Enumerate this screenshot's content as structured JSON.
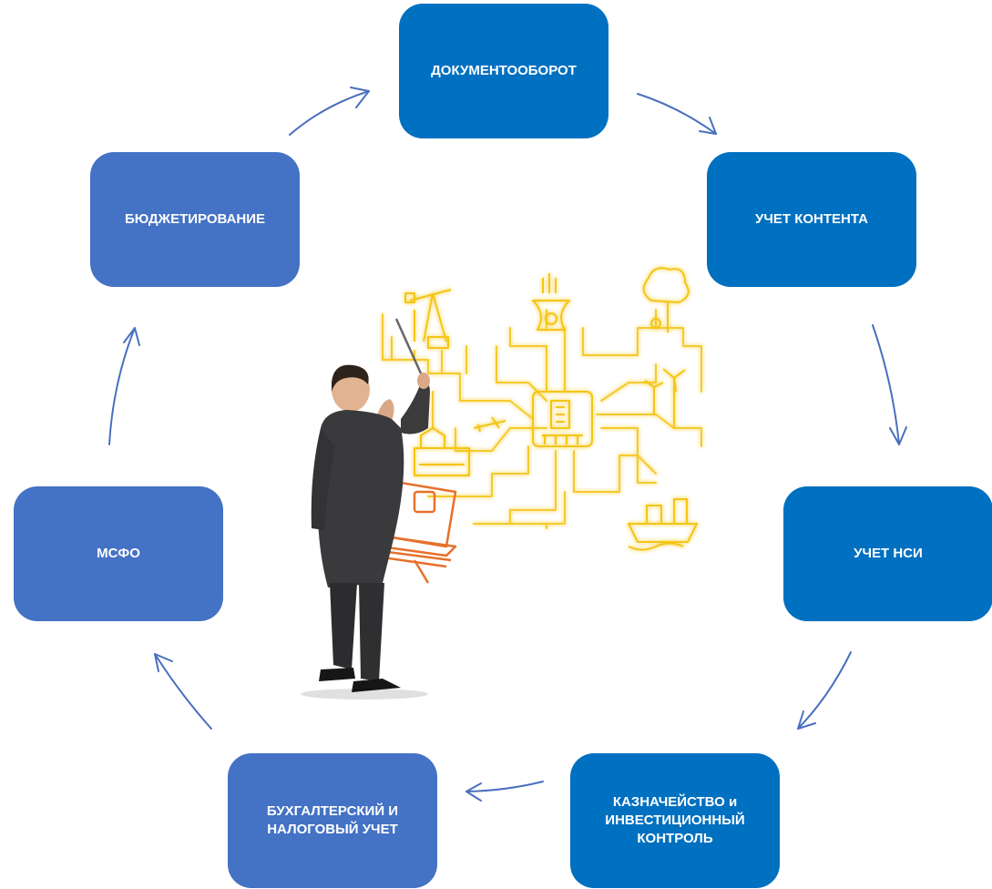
{
  "colors": {
    "box_dark": "#0070c0",
    "box_medium": "#4472c4",
    "arrow": "#4a6fbf",
    "illustration_yellow": "#f5c518",
    "illustration_orange": "#e8702a"
  },
  "nodes": [
    {
      "id": "docflow",
      "label": "ДОКУМЕНТООБОРОТ",
      "color": "#0070c0"
    },
    {
      "id": "content",
      "label": "УЧЕТ КОНТЕНТА",
      "color": "#0070c0"
    },
    {
      "id": "nsi",
      "label": "УЧЕТ НСИ",
      "color": "#0070c0"
    },
    {
      "id": "treasury",
      "label": "КАЗНАЧЕЙСТВО и\nИНВЕСТИЦИОННЫЙ\nКОНТРОЛЬ",
      "color": "#0070c0"
    },
    {
      "id": "accounting",
      "label": "БУХГАЛТЕРСКИЙ И\nНАЛОГОВЫЙ УЧЕТ",
      "color": "#4472c4"
    },
    {
      "id": "ifrs",
      "label": "МСФО",
      "color": "#4472c4"
    },
    {
      "id": "budget",
      "label": "БЮДЖЕТИРОВАНИЕ",
      "color": "#4472c4"
    }
  ],
  "cycle_direction": "clockwise",
  "illustration": {
    "subject": "businessman-conducting-process-schematic",
    "icons": [
      "oil-pump-icon",
      "nuclear-plant-icon",
      "tree-icon",
      "wind-turbine-icon",
      "airplane-icon",
      "factory-icon",
      "ship-icon",
      "document-hub-icon",
      "laptop-icon"
    ]
  }
}
